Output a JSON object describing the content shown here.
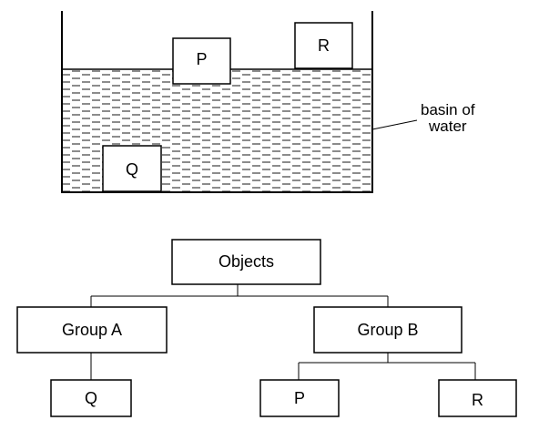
{
  "basin": {
    "label_line1": "basin of",
    "label_line2": "water",
    "objects": [
      {
        "id": "P",
        "label": "P"
      },
      {
        "id": "R",
        "label": "R"
      },
      {
        "id": "Q",
        "label": "Q"
      }
    ]
  },
  "tree": {
    "root": "Objects",
    "group_a": {
      "label": "Group A",
      "children": [
        "Q"
      ]
    },
    "group_b": {
      "label": "Group B",
      "children": [
        "P",
        "R"
      ]
    }
  },
  "colors": {
    "line": "#000000",
    "water_dash": "#000000",
    "background": "#ffffff"
  }
}
